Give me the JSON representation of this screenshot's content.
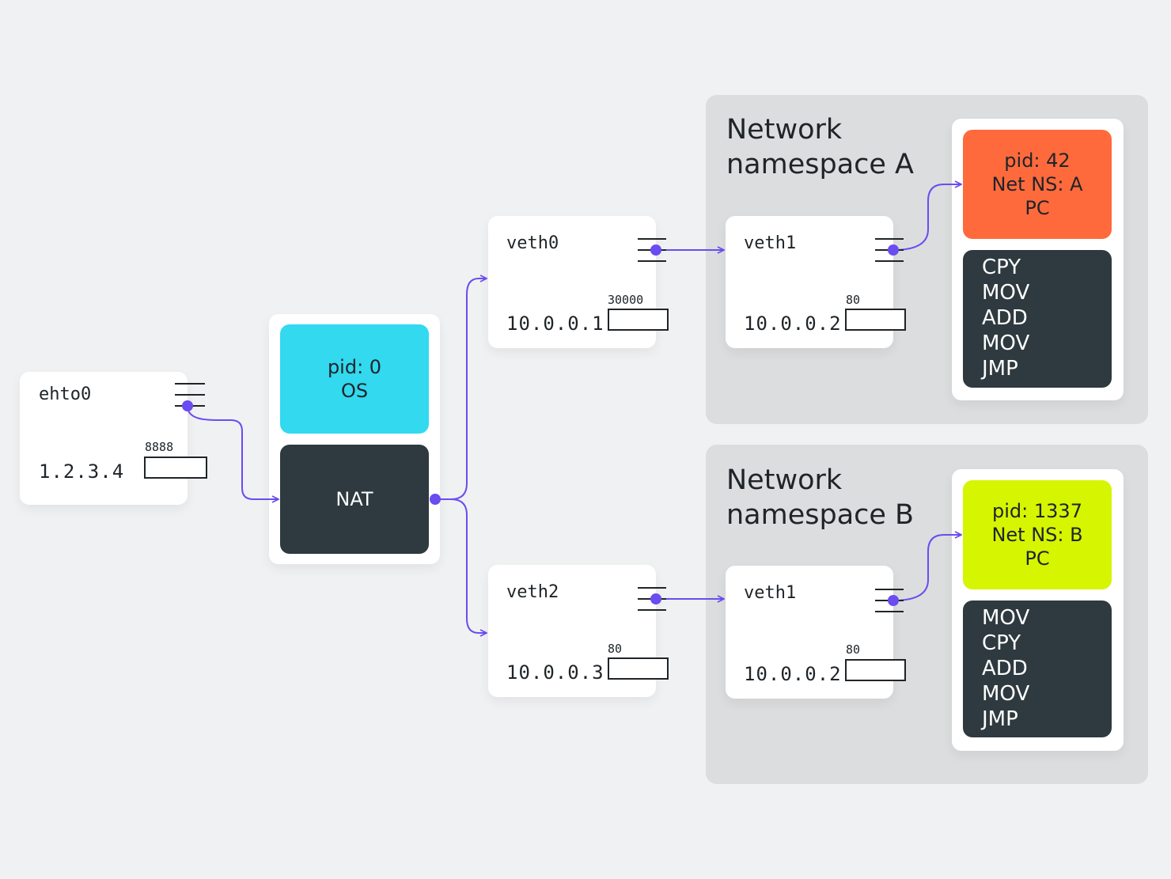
{
  "colors": {
    "background": "#f0f1f2",
    "namespace_panel": "#dcddde",
    "card": "#ffffff",
    "os_process": "#32d9ef",
    "process_a": "#ff6a3d",
    "process_b": "#d6f500",
    "dark_block": "#2e3a3f",
    "wire": "#6a4cf0"
  },
  "host_iface": {
    "name": "ehto0",
    "ip": "1.2.3.4",
    "port": "8888"
  },
  "host_os": {
    "pid_line": "pid: 0",
    "kind_line": "OS",
    "nat_label": "NAT"
  },
  "veth0": {
    "name": "veth0",
    "ip": "10.0.0.1",
    "port": "30000"
  },
  "veth2": {
    "name": "veth2",
    "ip": "10.0.0.3",
    "port": "80"
  },
  "namespace_a": {
    "title_line1": "Network",
    "title_line2": "namespace A",
    "iface": {
      "name": "veth1",
      "ip": "10.0.0.2",
      "port": "80"
    },
    "process": {
      "pid_line": "pid: 42",
      "ns_line": "Net NS: A",
      "pc_line": "PC"
    },
    "instructions": [
      "CPY",
      "MOV",
      "ADD",
      "MOV",
      "JMP"
    ]
  },
  "namespace_b": {
    "title_line1": "Network",
    "title_line2": "namespace B",
    "iface": {
      "name": "veth1",
      "ip": "10.0.0.2",
      "port": "80"
    },
    "process": {
      "pid_line": "pid: 1337",
      "ns_line": "Net NS: B",
      "pc_line": "PC"
    },
    "instructions": [
      "MOV",
      "CPY",
      "ADD",
      "MOV",
      "JMP"
    ]
  },
  "icons": {
    "interface_lines": "port-lines-icon",
    "wire_arrow": "arrow-icon",
    "connector_dot": "connector-dot-icon"
  }
}
